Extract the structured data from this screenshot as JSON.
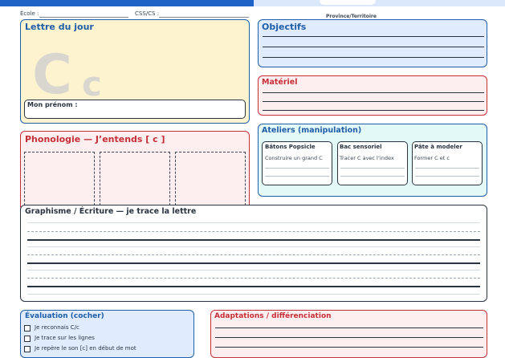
{
  "header": {
    "ecole_label": "École :",
    "css_label": "CSS/CS :",
    "province_label": "Province/Territoire"
  },
  "lettre": {
    "title": "Lettre du jour",
    "upper": "C",
    "lower": "c",
    "prenom_label": "Mon prénom :"
  },
  "objectifs": {
    "title": "Objectifs"
  },
  "materiel": {
    "title": "Matériel"
  },
  "phonologie": {
    "title": "Phonologie — J’entends [ c ]"
  },
  "ateliers": {
    "title": "Ateliers (manipulation)",
    "items": [
      {
        "title": "Bâtons Popsicle",
        "text": "Construire un grand C"
      },
      {
        "title": "Bac sensoriel",
        "text": "Tracer C avec l’index"
      },
      {
        "title": "Pâte à modeler",
        "text": "Former C et c"
      }
    ]
  },
  "graphisme": {
    "title": "Graphisme / Écriture — je trace la lettre"
  },
  "evaluation": {
    "title": "Évaluation (cocher)",
    "items": [
      "Je reconnais C/c",
      "Je trace sur les lignes",
      "Je repère le son [c] en début de mot"
    ]
  },
  "adaptations": {
    "title": "Adaptations / différenciation"
  },
  "colors": {
    "brand_blue": "#1f5ea8",
    "accent_red": "#c62f37",
    "topbar": "#1f63c6"
  }
}
